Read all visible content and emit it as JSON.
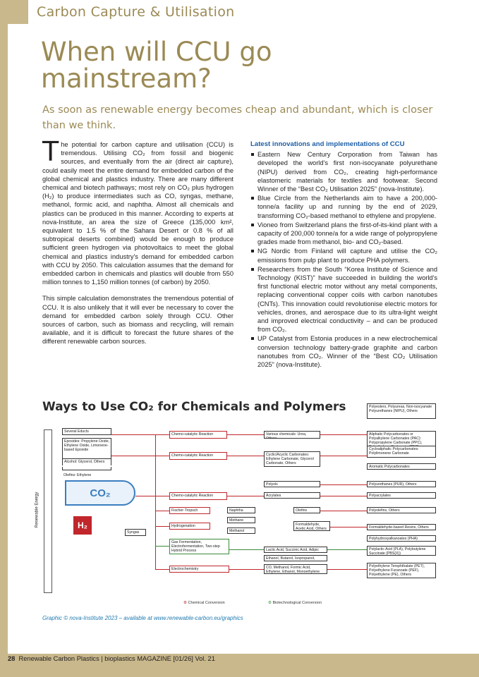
{
  "section": "Carbon Capture & Utilisation",
  "title": "When will CCU go mainstream?",
  "subtitle": "As soon as renewable energy becomes cheap and abundant, which is closer than we think.",
  "left_col": {
    "dropcap": "T",
    "p1": "he potential for carbon capture and utilisation (CCU) is tremendous. Utilising CO₂ from fossil and biogenic sources, and eventually from the air (direct air capture), could easily meet the entire demand for embedded carbon of the global chemical and plastics industry. There are many different chemical and biotech pathways; most rely on CO₂ plus hydrogen (H₂) to produce intermediates such as CO, syngas, methane, methanol, formic acid, and naphtha. Almost all chemicals and plastics can be produced in this manner. According to experts at nova-Institute, an area the size of Greece (135,000 km², equivalent to 1.5 % of the Sahara Desert or 0.8 % of all subtropical deserts combined) would be enough to produce sufficient green hydrogen via photovoltaics to meet the global chemical and plastics industry's demand for embedded carbon with CCU by 2050. This calculation assumes that the demand for embedded carbon in chemicals and plastics will double from 550 million tonnes to 1,150 million tonnes (of carbon) by 2050.",
    "p2": "This simple calculation demonstrates the tremendous potential of CCU. It is also unlikely that it will ever be necessary to cover the demand for embedded carbon solely through CCU. Other sources of carbon, such as biomass and recycling, will remain available, and it is difficult to forecast the future shares of the different renewable carbon sources."
  },
  "right_col": {
    "heading": "Latest innovations and implementations of CCU",
    "items": [
      "Eastern New Century Corporation from Taiwan has developed the world's first non-isocyanate polyurethane (NIPU) derived from CO₂, creating high-performance elastomeric materials for textiles and footwear. Second Winner of the “Best CO₂ Utilisation 2025” (nova-Institute).",
      "Blue Circle from the Netherlands aim to have a 200,000-tonne/a facility up and running by the end of 2029, transforming CO₂-based methanol to ethylene and propylene.",
      "Vioneo from Switzerland plans the first-of-its-kind plant with a capacity of 200,000 tonne/a for a wide range of polypropylene grades made from methanol, bio- and CO₂-based.",
      "NG Nordic from Finland will capture and utilise the CO₂ emissions from pulp plant to produce PHA polymers.",
      "Researchers from the South “Korea Institute of Science and Technology (KIST)” have succeeded in building the world's first functional electric motor without any metal components, replacing conventional copper coils with carbon nanotubes (CNTs). This innovation could revolutionise electric motors for vehicles, drones, and aerospace due to its ultra-light weight and improved electrical conductivity – and can be produced from CO₂.",
      "UP Catalyst from Estonia produces in a new electrochemical conversion technology battery-grade graphite and carbon nanotubes from CO₂. Winner of the “Best CO₂ Utilisation 2025” (nova-Institute)."
    ]
  },
  "graphic": {
    "title": "Ways to Use CO₂ for Chemicals and Polymers",
    "co2_label": "CO₂",
    "h2_label": "H₂",
    "renewable_label": "Renewable Energy",
    "inputs": [
      "Several Educts",
      "Epoxides: Propylene Oxide, Ethylene Oxide, Limonene-based Epoxide",
      "Alcohol: Glycerol, Others",
      "Olefins: Ethylene",
      "Syngas"
    ],
    "processes": [
      "Chemo-catalytic Reaction",
      "Chemo-catalytic Reaction",
      "Chemo-catalytic Reaction",
      "Fischer-Tropsch",
      "Hydrogenation",
      "Gas Fermentation, Electrofermentation, Two-step Hybrid Process",
      "Electrochemistry"
    ],
    "intermediates": [
      "Various chemicals: Urea, Others",
      "Cyclic/Acyclic Carbonates: Ethylene Carbonate, Glycerol Carbonate, Others",
      "Polyols",
      "Acrylates",
      "Naphtha",
      "Olefins",
      "Methane",
      "Methanol",
      "Formaldehyde, Acetic Acid, Others",
      "Lactic Acid, Succinic Acid, Adipic Acid",
      "Ethanol, Butanol, Isopropanol, Others",
      "CO, Methanol, Formic Acid, Ethylene, Ethanol, Monoethylene Glycol"
    ],
    "products": [
      "Polyesters, Polyureas, Non-isocyanate Polyurethanes (NIPU), Others",
      "Aliphatic Polycarbonates or Polyalkylene Carbonates (PAC): Polypropylene Carbonate (PPC), Polyethylene Carbonate (PEC)",
      "Cycloaliphatic Polycarbonates: Polylimonene Carbonate",
      "Aromatic Polycarbonates",
      "Polyurethanes (PUR), Others",
      "Polyacrylates",
      "Polyolefins, Others",
      "Formaldehyde-based Resins, Others",
      "Polyhydroxyalkanoates (PHA)",
      "Polylactic Acid (PLA), Polybutylene Succinate (PBS(X))",
      "Polyethylene Terephthalate (PET), Polyethylene Furanoate (PEF), Polyethylene (PE), Others"
    ],
    "legend": [
      "Chemical Conversion",
      "Biotechnological Conversion"
    ]
  },
  "caption": "Graphic © nova-Institute 2023 – available at www.renewable-carbon.eu/graphics",
  "footer": {
    "page": "28",
    "text": "Renewable Carbon Plastics | bioplastics MAGAZINE [01/26] Vol. 21"
  }
}
